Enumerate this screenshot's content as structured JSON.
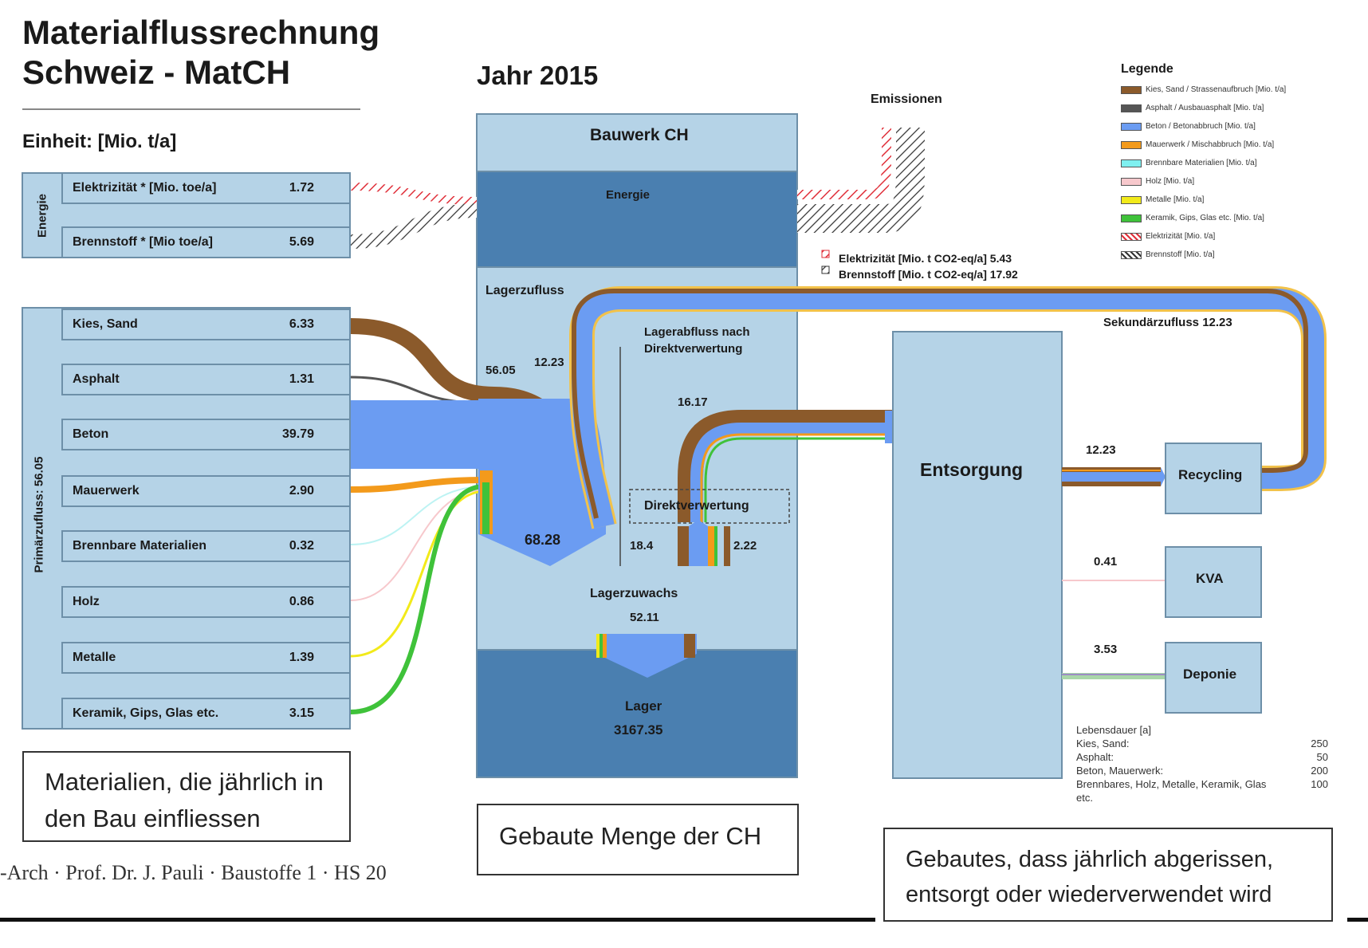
{
  "title": {
    "line1": "Materialflussrechnung",
    "line2": "Schweiz - MatCH"
  },
  "unit": "Einheit: [Mio. t/a]",
  "year": "Jahr 2015",
  "energy_group": {
    "label": "Energie",
    "rows": [
      {
        "name": "Elektrizität * [Mio. toe/a]",
        "value": "1.72"
      },
      {
        "name": "Brennstoff * [Mio toe/a]",
        "value": "5.69"
      }
    ]
  },
  "primary_group": {
    "label": "Primärzufluss:   56.05",
    "rows": [
      {
        "name": "Kies, Sand",
        "value": "6.33"
      },
      {
        "name": "Asphalt",
        "value": "1.31"
      },
      {
        "name": "Beton",
        "value": "39.79"
      },
      {
        "name": "Mauerwerk",
        "value": "2.90"
      },
      {
        "name": "Brennbare Materialien",
        "value": "0.32"
      },
      {
        "name": "Holz",
        "value": "0.86"
      },
      {
        "name": "Metalle",
        "value": "1.39"
      },
      {
        "name": "Keramik, Gips, Glas etc.",
        "value": "3.15"
      }
    ]
  },
  "bauwerk": {
    "title": "Bauwerk CH",
    "energie": "Energie",
    "lagerzufluss": "Lagerzufluss",
    "inflow_primary": "56.05",
    "inflow_secondary": "12.23",
    "inflow_total": "68.28",
    "lagerabfluss_label": "Lagerabfluss nach Direktverwertung",
    "lagerabfluss_value": "16.17",
    "direktverwertung": "Direktverwertung",
    "direkt_left": "18.4",
    "direkt_right": "2.22",
    "lagerzuwachs_label": "Lagerzuwachs",
    "lagerzuwachs_value": "52.11",
    "lager_label": "Lager",
    "lager_value": "3167.35"
  },
  "emissionen": {
    "label": "Emissionen",
    "elektrizitaet": "Elektrizität  [Mio. t CO2-eq/a]   5.43",
    "brennstoff": "Brennstoff  [Mio. t CO2-eq/a]  17.92"
  },
  "sekundaer": "Sekundärzufluss 12.23",
  "entsorgung": {
    "label": "Entsorgung",
    "recycling_value": "12.23",
    "kva_value": "0.41",
    "deponie_value": "3.53"
  },
  "recycling": "Recycling",
  "kva": "KVA",
  "deponie": "Deponie",
  "legend": {
    "title": "Legende",
    "items": [
      {
        "label": "Kies, Sand / Strassenaufbruch [Mio. t/a]",
        "color": "#8b5a2b"
      },
      {
        "label": "Asphalt / Ausbauasphalt [Mio. t/a]",
        "color": "#555555"
      },
      {
        "label": "Beton / Betonabbruch [Mio. t/a]",
        "color": "#6b9cf2"
      },
      {
        "label": "Mauerwerk / Mischabbruch [Mio. t/a]",
        "color": "#f39a1b"
      },
      {
        "label": "Brennbare Materialien [Mio. t/a]",
        "color": "#7ff0f0"
      },
      {
        "label": "Holz [Mio. t/a]",
        "color": "#f7c8cc"
      },
      {
        "label": "Metalle [Mio. t/a]",
        "color": "#f2ea1a"
      },
      {
        "label": "Keramik, Gips, Glas etc. [Mio. t/a]",
        "color": "#3fc23a"
      },
      {
        "label": "Elektrizität [Mio. t/a]",
        "color": "hatch-red"
      },
      {
        "label": "Brennstoff [Mio. t/a]",
        "color": "hatch-black"
      }
    ]
  },
  "lifespan": {
    "title": "Lebensdauer [a]",
    "rows": [
      {
        "name": "Kies, Sand:",
        "value": "250"
      },
      {
        "name": "Asphalt:",
        "value": "50"
      },
      {
        "name": "Beton, Mauerwerk:",
        "value": "200"
      },
      {
        "name": "Brennbares, Holz, Metalle, Keramik, Glas",
        "value": "100"
      },
      {
        "name": "etc.",
        "value": ""
      }
    ]
  },
  "captions": {
    "left": "Materialien, die jährlich in den Bau einfliessen",
    "middle": "Gebaute Menge der CH",
    "right": "Gebautes, dass jährlich abgerissen, entsorgt oder wiederverwendet wird"
  },
  "footer": "-Arch · Prof. Dr. J. Pauli ·  Baustoffe 1 · HS 20"
}
